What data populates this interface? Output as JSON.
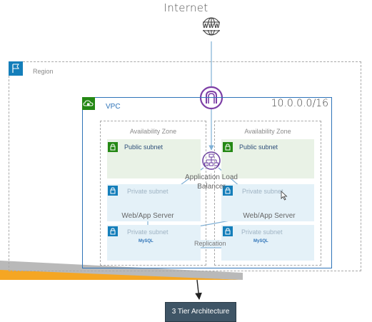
{
  "internet": {
    "label": "Internet",
    "icon": "www-globe-icon",
    "icon_text": "WWW"
  },
  "region": {
    "label": "Region",
    "icon": "flag-icon"
  },
  "vpc": {
    "label": "VPC",
    "cidr": "10.0.0.0/16",
    "icon": "cloud-lock-icon"
  },
  "availability_zones": [
    {
      "label": "Availability Zone",
      "public_subnet": "Public subnet",
      "private_subnets": [
        "Private subnet",
        "Private subnet"
      ]
    },
    {
      "label": "Availability Zone",
      "public_subnet": "Public subnet",
      "private_subnets": [
        "Private subnet",
        "Private subnet"
      ]
    }
  ],
  "load_balancer": {
    "line1": "Application Load",
    "line2": "Balancer"
  },
  "web_servers": [
    "Web/App Server",
    "Web/App Server"
  ],
  "databases": [
    {
      "icon_text": "MySQL"
    },
    {
      "icon_text": "MySQL"
    }
  ],
  "replication_label": "Replication",
  "caption": "3 Tier Architecture",
  "colors": {
    "vpc_border": "#2e73b8",
    "public_subnet": "#e9f2e6",
    "private_subnet": "#e4f1f8",
    "ec2": "#e57c06",
    "database": "#2e73b8",
    "gateway": "#7d3fa6",
    "caption_bg": "#3f5566"
  }
}
